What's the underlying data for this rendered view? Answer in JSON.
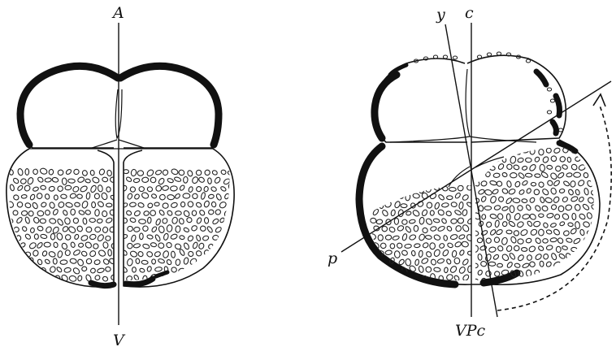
{
  "figure": {
    "left_panel": {
      "labels": {
        "animal_pole": "A",
        "vegetal_pole": "V"
      }
    },
    "right_panel": {
      "labels": {
        "y": "y",
        "c": "c",
        "p": "p",
        "vpc": "VPc"
      }
    }
  }
}
